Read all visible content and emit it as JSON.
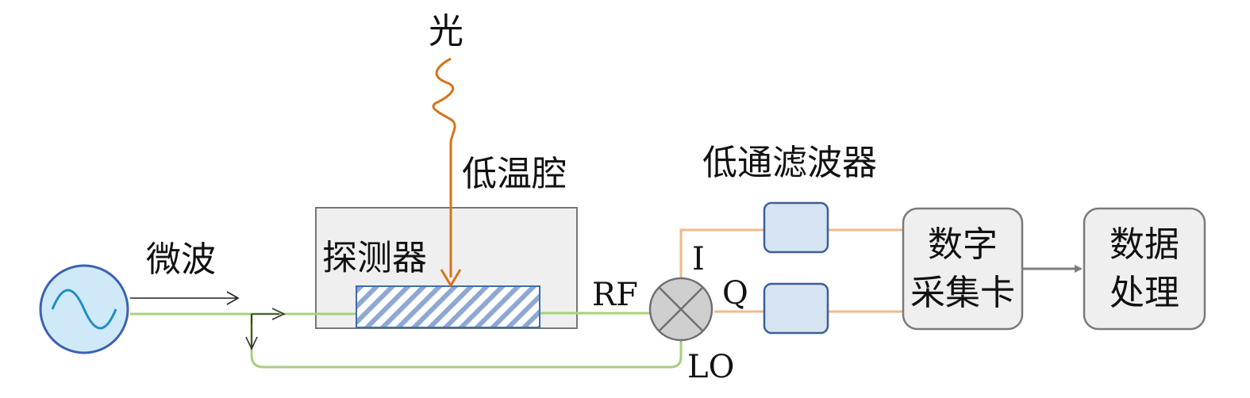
{
  "labels": {
    "light": "光",
    "cryostat": "低温腔",
    "lowpass_filter": "低通滤波器",
    "microwave": "微波",
    "detector": "探测器",
    "rf": "RF",
    "i": "I",
    "q": "Q",
    "lo": "LO",
    "daq_line1": "数字",
    "daq_line2": "采集卡",
    "proc_line1": "数据",
    "proc_line2": "处理"
  },
  "colors": {
    "light_path": "#d8721a",
    "microwave_line": "#a9cf7d",
    "if_line": "#f2b98b",
    "source_fill": "#cfe9f8",
    "source_stroke": "#3a62b2",
    "sine": "#1e8fc7",
    "filter_fill": "#d6e3f2",
    "filter_stroke": "#3d5f94",
    "box_fill": "#efefef",
    "box_stroke": "#777777",
    "detector_hatch": "#8ea8d2",
    "detector_stroke": "#3d6db5",
    "mixer_fill": "#cfcfcf",
    "arrow_gray": "#7f7f7f"
  },
  "icons": {
    "source": "sine-wave-source-icon",
    "mixer": "iq-mixer-cross-icon"
  }
}
